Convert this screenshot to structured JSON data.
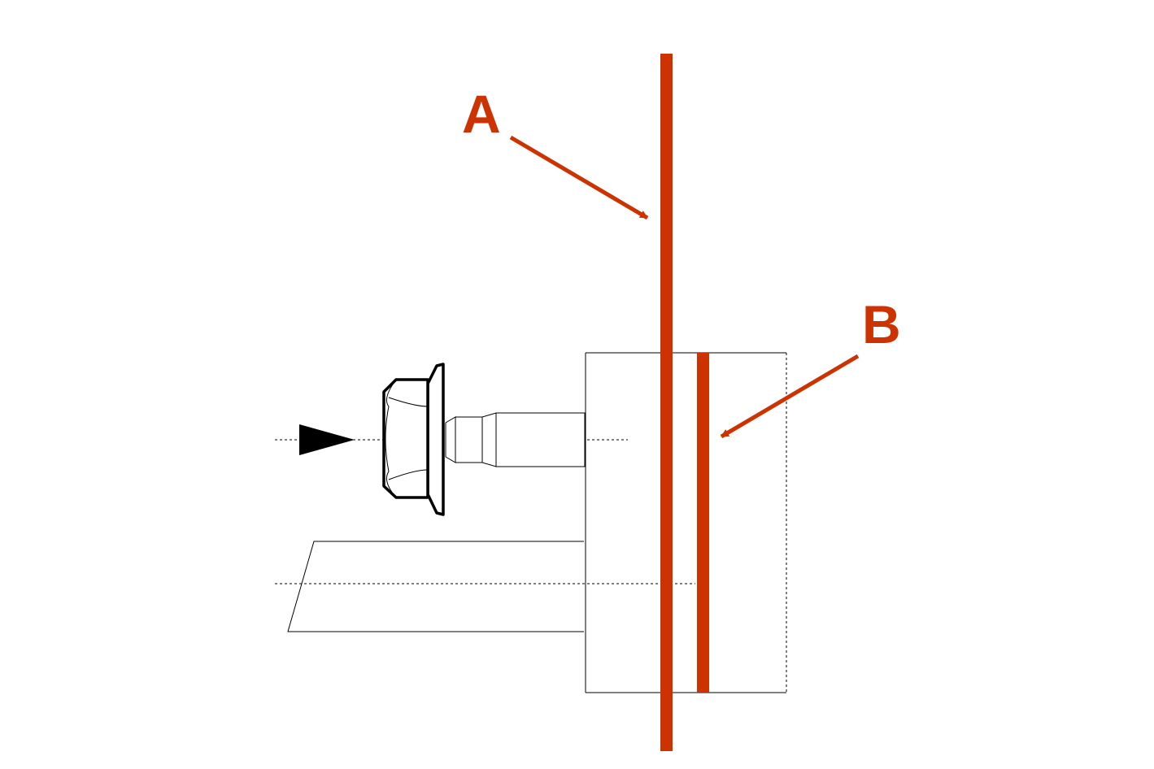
{
  "callouts": [
    {
      "id": "A",
      "label": "A"
    },
    {
      "id": "B",
      "label": "B"
    }
  ],
  "colors": {
    "accent": "#cc3300",
    "line": "#000000",
    "background": "#ffffff"
  },
  "icons": {
    "direction_arrow": "black-triangle-arrow-icon",
    "fastener": "flange-hex-bolt-icon"
  }
}
